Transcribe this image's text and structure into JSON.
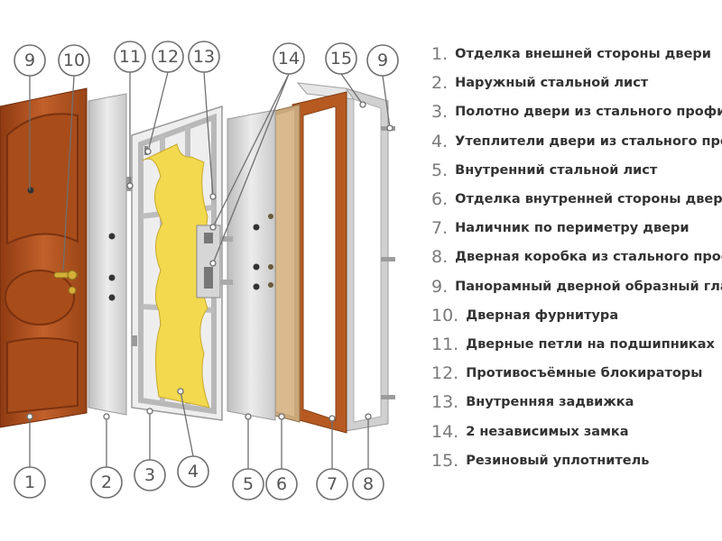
{
  "legend": [
    {
      "num": "1.",
      "text": "Отделка внешней стороны двери"
    },
    {
      "num": "2.",
      "text": "Наружный стальной лист"
    },
    {
      "num": "3.",
      "text": "Полотно двери из стального профи"
    },
    {
      "num": "4.",
      "text": "Утеплители двери из стального про"
    },
    {
      "num": "5.",
      "text": "Внутренний стальной лист"
    },
    {
      "num": "6.",
      "text": "Отделка внутренней стороны двер"
    },
    {
      "num": "7.",
      "text": "Наличник по периметру двери"
    },
    {
      "num": "8.",
      "text": "Дверная коробка из стального проф"
    },
    {
      "num": "9.",
      "text": "Панорамный дверной образный гла"
    },
    {
      "num": "10.",
      "text": "Дверная фурнитура"
    },
    {
      "num": "11.",
      "text": "Дверные петли на подшипниках"
    },
    {
      "num": "12.",
      "text": "Противосъёмные блокираторы"
    },
    {
      "num": "13.",
      "text": "Внутренняя задвижка"
    },
    {
      "num": "14.",
      "text": "2 независимых замка"
    },
    {
      "num": "15.",
      "text": "Резиновый уплотнитель"
    }
  ],
  "callouts": {
    "top": [
      "9",
      "10",
      "11",
      "12",
      "13",
      "14",
      "15",
      "9"
    ],
    "bottom": [
      "1",
      "2",
      "3",
      "4",
      "5",
      "6",
      "7",
      "8"
    ]
  },
  "colors": {
    "wood": "#b5521c",
    "steel": "#dcdcdc",
    "insulation": "#f2d94e",
    "frame": "#c8c8c8"
  }
}
